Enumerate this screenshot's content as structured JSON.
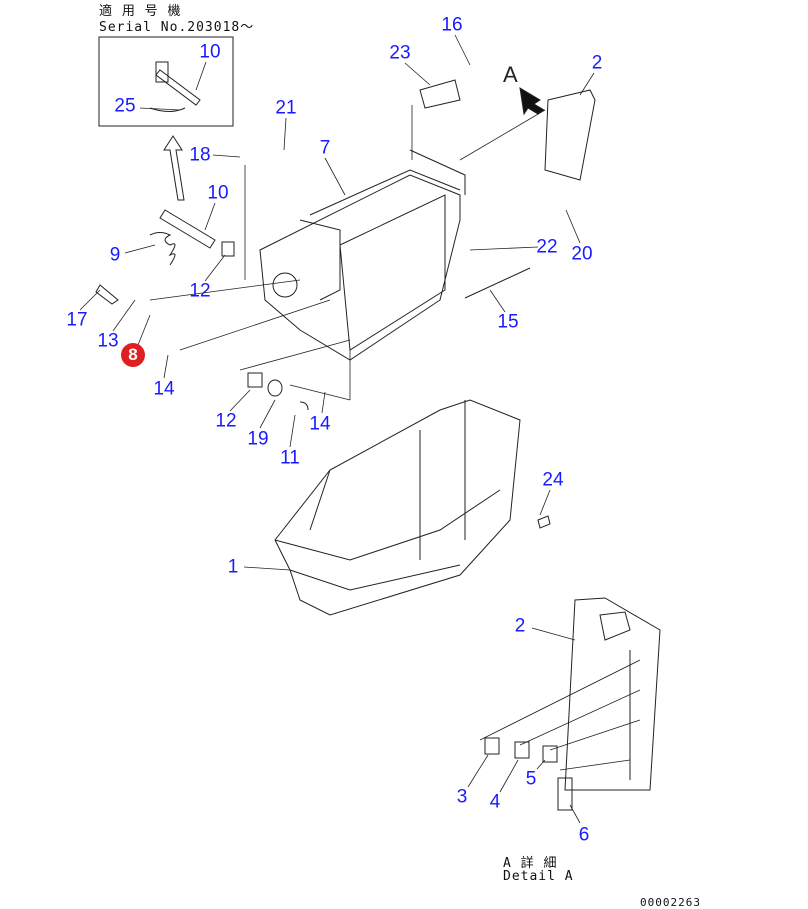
{
  "header": {
    "applicable_jp": "適 用 号 機",
    "serial": "Serial No.203018～"
  },
  "view_marker": "A",
  "detail": {
    "jp": "A 詳 細",
    "en": "Detail A"
  },
  "drawing_code": "00002263",
  "accent_color": "#1a1aff",
  "highlight_color": "#e02020",
  "callouts": [
    {
      "id": "c10a",
      "label": "10"
    },
    {
      "id": "c25",
      "label": "25"
    },
    {
      "id": "c16",
      "label": "16"
    },
    {
      "id": "c23",
      "label": "23"
    },
    {
      "id": "c2a",
      "label": "2"
    },
    {
      "id": "c21",
      "label": "21"
    },
    {
      "id": "c18",
      "label": "18"
    },
    {
      "id": "c7",
      "label": "7"
    },
    {
      "id": "c10b",
      "label": "10"
    },
    {
      "id": "c9",
      "label": "9"
    },
    {
      "id": "c12a",
      "label": "12"
    },
    {
      "id": "c22",
      "label": "22"
    },
    {
      "id": "c20",
      "label": "20"
    },
    {
      "id": "c17",
      "label": "17"
    },
    {
      "id": "c13",
      "label": "13"
    },
    {
      "id": "c8",
      "label": "8"
    },
    {
      "id": "c15",
      "label": "15"
    },
    {
      "id": "c14a",
      "label": "14"
    },
    {
      "id": "c12b",
      "label": "12"
    },
    {
      "id": "c19",
      "label": "19"
    },
    {
      "id": "c11",
      "label": "11"
    },
    {
      "id": "c14b",
      "label": "14"
    },
    {
      "id": "c24",
      "label": "24"
    },
    {
      "id": "c1",
      "label": "1"
    },
    {
      "id": "c2b",
      "label": "2"
    },
    {
      "id": "c3",
      "label": "3"
    },
    {
      "id": "c4",
      "label": "4"
    },
    {
      "id": "c5",
      "label": "5"
    },
    {
      "id": "c6",
      "label": "6"
    }
  ]
}
